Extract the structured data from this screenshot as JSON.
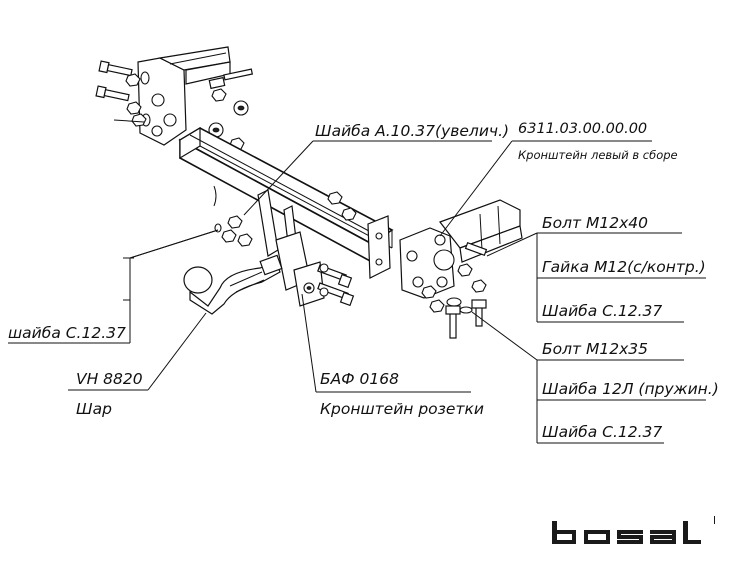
{
  "labels": {
    "washer_enlarged": "Шайба  А.10.37(увелич.)",
    "bracket_code": "6311.03.00.00.00",
    "bracket_name": "Кронштейн левый в сборе",
    "bolt_m12x40": "Болт  М12х40",
    "nut_m12": "Гайка  М12(с/контр.)",
    "washer_c1237_a": "Шайба  С.12.37",
    "bolt_m12x35": "Болт  М12х35",
    "washer_12l": "Шайба  12Л (пружин.)",
    "washer_c1237_b": "Шайба  С.12.37",
    "washer_left": "шайба  С.12.37",
    "ball_code": "VH  8820",
    "ball_name": "Шар",
    "socket_code": "БАФ  0168",
    "socket_name": "Кронштейн  розетки"
  },
  "brand": {
    "logo_text": "bosal",
    "logo_color": "#1a1a1a"
  }
}
